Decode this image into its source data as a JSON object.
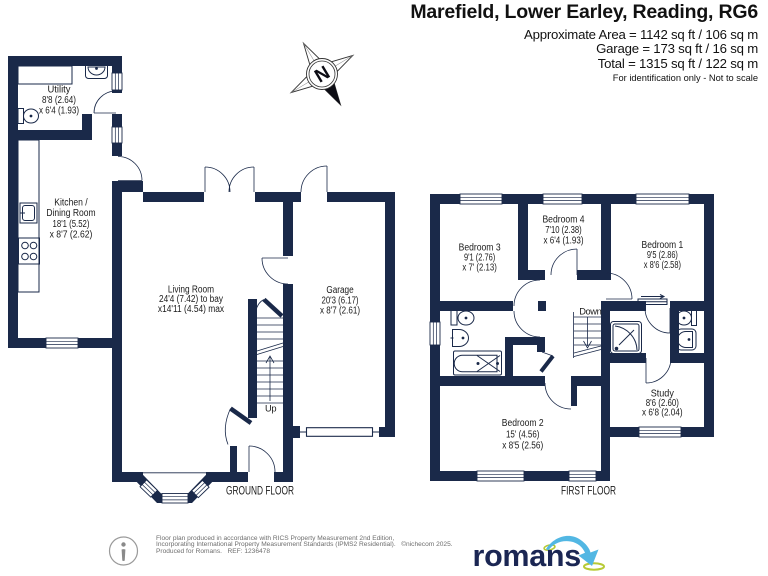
{
  "header": {
    "title": "Marefield, Lower Earley, Reading, RG6",
    "lines": [
      "Approximate Area = 1142 sq ft / 106 sq m",
      "Garage = 173 sq ft / 16 sq m",
      "Total = 1315 sq ft / 122 sq m"
    ],
    "note": "For identification only - Not to scale"
  },
  "compass": {
    "label": "N"
  },
  "floors": {
    "ground": {
      "title": "GROUND FLOOR",
      "stair_label": "Up",
      "rooms": {
        "utility": {
          "lines": [
            "Utility",
            "8'8 (2.64)",
            "x 6'4 (1.93)"
          ]
        },
        "kitchen": {
          "lines": [
            "Kitchen /",
            "Dining Room",
            "18'1 (5.52)",
            "x 8'7 (2.62)"
          ]
        },
        "living": {
          "lines": [
            "Living Room",
            "24'4 (7.42) to bay",
            "x14'11 (4.54) max"
          ]
        },
        "garage": {
          "lines": [
            "Garage",
            "20'3 (6.17)",
            "x 8'7 (2.61)"
          ]
        }
      }
    },
    "first": {
      "title": "FIRST FLOOR",
      "stair_label": "Down",
      "rooms": {
        "bedroom1": {
          "lines": [
            "Bedroom 1",
            "9'5 (2.86)",
            "x 8'6 (2.58)"
          ]
        },
        "bedroom2": {
          "lines": [
            "Bedroom 2",
            "15' (4.56)",
            "x 8'5 (2.56)"
          ]
        },
        "bedroom3": {
          "lines": [
            "Bedroom 3",
            "9'1 (2.76)",
            "x 7' (2.13)"
          ]
        },
        "bedroom4": {
          "lines": [
            "Bedroom 4",
            "7'10 (2.38)",
            "x 6'4 (1.93)"
          ]
        },
        "study": {
          "lines": [
            "Study",
            "8'6 (2.60)",
            "x 6'8 (2.04)"
          ]
        }
      }
    }
  },
  "footer": {
    "lines": [
      "Floor plan produced in accordance with RICS Property Measurement 2nd Edition,",
      "Incorporating International Property Measurement Standards (IPMS2 Residential).   ©nichecom 2025.",
      "Produced for Romans.   REF: 1236478"
    ],
    "brand": "romans"
  },
  "colors": {
    "wall": "#1a2949",
    "label_text": "#1a1a1a",
    "footer_text": "#6e6e6e",
    "brand_navy": "#1b2653",
    "swoosh_blue": "#52b7e3",
    "swoosh_green": "#b7ca35"
  }
}
